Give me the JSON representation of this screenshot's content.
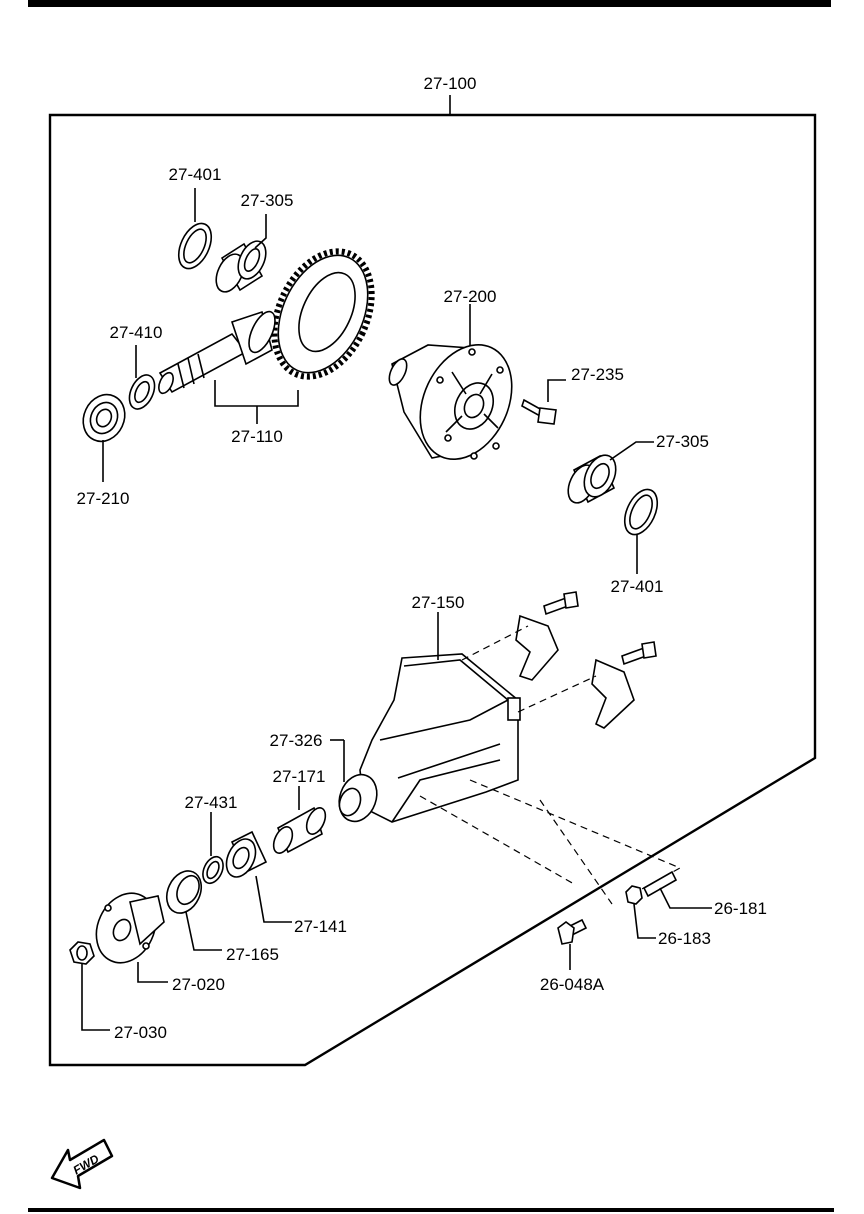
{
  "diagram": {
    "assembly_label": "27-100",
    "fwd_label": "FWD",
    "parts": {
      "p27_401_top": "27-401",
      "p27_305_top": "27-305",
      "p27_410": "27-410",
      "p27_210": "27-210",
      "p27_110": "27-110",
      "p27_200": "27-200",
      "p27_235": "27-235",
      "p27_305_mid": "27-305",
      "p27_401_mid": "27-401",
      "p27_150": "27-150",
      "p27_326": "27-326",
      "p27_171": "27-171",
      "p27_431": "27-431",
      "p27_141": "27-141",
      "p27_165": "27-165",
      "p27_020": "27-020",
      "p27_030": "27-030",
      "p26_181": "26-181",
      "p26_183": "26-183",
      "p26_048a": "26-048A"
    }
  }
}
